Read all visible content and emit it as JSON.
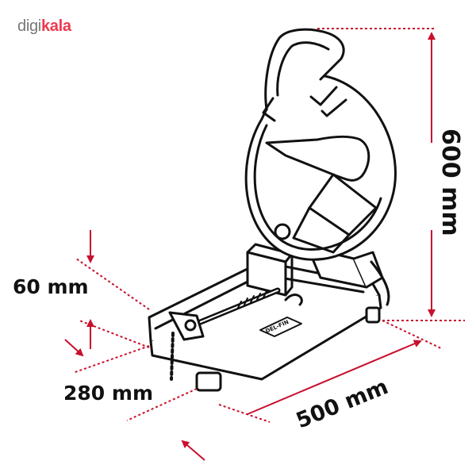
{
  "brand": {
    "part1": "digi",
    "part2": "kala"
  },
  "dimensions": {
    "height": "600 mm",
    "length": "500 mm",
    "width": "280 mm",
    "depth": "60 mm"
  },
  "device_label": "DEL-FIN",
  "colors": {
    "accent": "#c8102e",
    "brand": "#ef394e",
    "ink": "#111111"
  }
}
